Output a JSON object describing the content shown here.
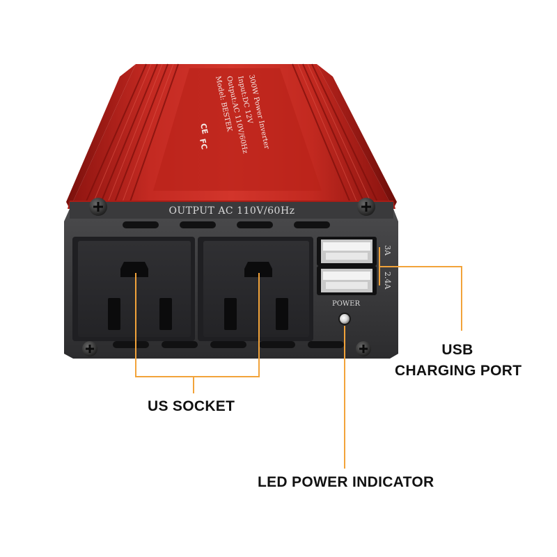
{
  "device": {
    "output_label": "OUTPUT AC 110V/60Hz",
    "power_label": "POWER",
    "usb_top_rating": "3A",
    "usb_bottom_rating": "2.4A",
    "top_plate_lines": [
      "300W Power Inverter",
      "Input:DC 12V",
      "Output:AC 110V/60Hz",
      "Model: BESTEK"
    ],
    "body_color": "#b0201b",
    "panel_color": "#3c3c3e"
  },
  "callouts": {
    "us_socket": "US SOCKET",
    "usb_line1": "USB",
    "usb_line2": "CHARGING PORT",
    "led": "LED POWER INDICATOR",
    "line_color": "#f2a33a"
  }
}
